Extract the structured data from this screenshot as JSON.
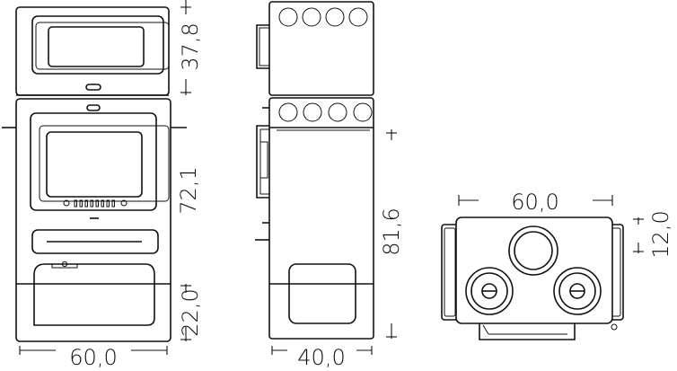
{
  "dimensions": {
    "front_width": "60,0",
    "side_depth": "40,0",
    "top_width": "60,0",
    "upper_height": "37,8",
    "lower_height": "72,1",
    "plinth_height": "22,0",
    "side_total_height": "81,6",
    "top_depth": "12,0"
  },
  "views": [
    "front-view",
    "side-view",
    "top-view"
  ],
  "burner_count_side": 4
}
